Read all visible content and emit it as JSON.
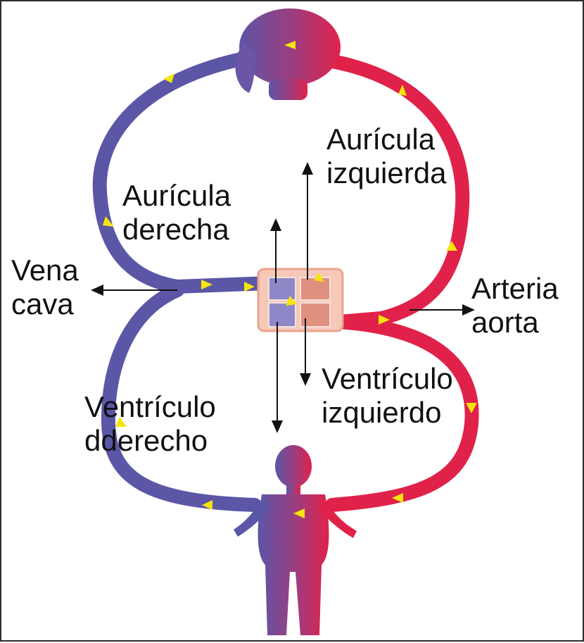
{
  "labels": {
    "auricula_izquierda": {
      "line1": "Aurícula",
      "line2": "izquierda"
    },
    "auricula_derecha": {
      "line1": "Aurícula",
      "line2": "derecha"
    },
    "vena_cava": {
      "line1": "Vena",
      "line2": "cava"
    },
    "arteria_aorta": {
      "line1": "Arteria",
      "line2": "aorta"
    },
    "ventriculo_izquierdo": {
      "line1": "Ventrículo",
      "line2": "izquierdo"
    },
    "ventriculo_derecho": {
      "line1": "Ventrículo",
      "line2": "dderecho"
    }
  },
  "colors": {
    "venous": "#5b56a6",
    "arterial": "#e0224a",
    "flow_arrow": "#f5e50a",
    "pointer": "#111111",
    "heart_outline": "#f3b7a3"
  },
  "icons": {
    "head": "head-icon",
    "body": "human-body-icon",
    "heart": "heart-chambers-icon",
    "flow": "flow-arrow-icon"
  }
}
